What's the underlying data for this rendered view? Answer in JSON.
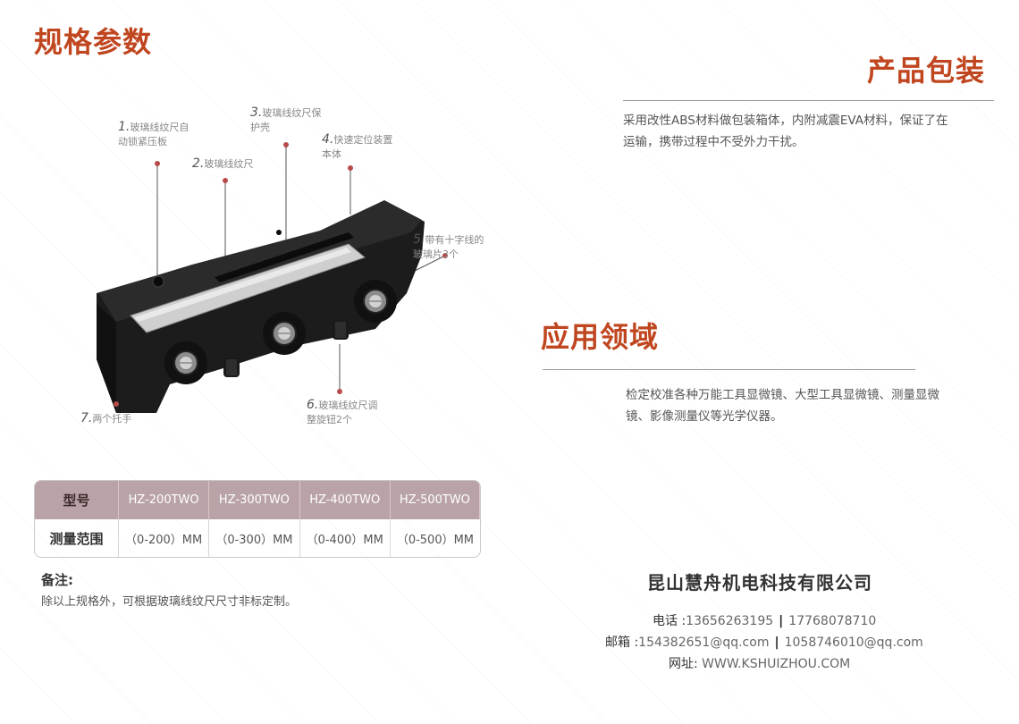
{
  "spec": {
    "title": "规格参数",
    "callouts": [
      {
        "num": "1.",
        "text": "玻璃线纹尺自动锁紧压板"
      },
      {
        "num": "2.",
        "text": "玻璃线纹尺"
      },
      {
        "num": "3.",
        "text": "玻璃线纹尺保护壳"
      },
      {
        "num": "4.",
        "text": "快速定位装置本体"
      },
      {
        "num": "5.",
        "text": "带有十字线的玻璃片3个"
      },
      {
        "num": "6.",
        "text": "玻璃线纹尺调整旋钮2个"
      },
      {
        "num": "7.",
        "text": "两个托手"
      }
    ],
    "table": {
      "header_label": "型号",
      "models": [
        "HZ-200TWO",
        "HZ-300TWO",
        "HZ-400TWO",
        "HZ-500TWO"
      ],
      "row_label": "测量范围",
      "ranges": [
        "（0-200）MM",
        "（0-300）MM",
        "（0-400）MM",
        "（0-500）MM"
      ]
    },
    "note_title": "备注:",
    "note_text": "除以上规格外，可根据玻璃线纹尺尺寸非标定制。"
  },
  "packaging": {
    "title": "产品包装",
    "text": "采用改性ABS材料做包装箱体，内附减震EVA材料，保证了在运输，携带过程中不受外力干扰。"
  },
  "application": {
    "title": "应用领域",
    "text": "检定校准各种万能工具显微镜、大型工具显微镜、测量显微镜、影像测量仪等光学仪器。"
  },
  "company": {
    "name": "昆山慧舟机电科技有限公司",
    "tel_label": "电话 :",
    "tel1": "13656263195",
    "tel2": "17768078710",
    "mail_label": "邮箱 :",
    "mail1": "154382651@qq.com",
    "mail2": "1058746010@qq.com",
    "web_label": "网址: ",
    "web": "WWW.KSHUIZHOU.COM",
    "separator": "|"
  },
  "colors": {
    "accent": "#c0461f",
    "table_header": "#b9a3a6",
    "callout_dot": "#b84a4a"
  }
}
